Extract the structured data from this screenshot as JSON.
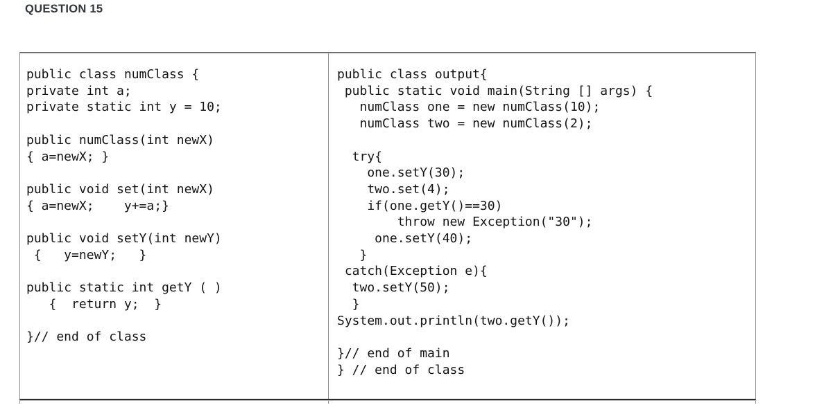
{
  "page": {
    "title": "QUESTION 15"
  },
  "question": {
    "left_code": {
      "language": "java",
      "lines": [
        "public class numClass {",
        "private int a;",
        "private static int y = 10;",
        "",
        "public numClass(int newX)",
        "{ a=newX; }",
        "",
        "public void set(int newX)",
        "{ a=newX;    y+=a;}",
        "",
        "public void setY(int newY)",
        " {   y=newY;   }",
        "",
        "public static int getY ( )",
        "   {  return y;  }",
        "",
        "}// end of class"
      ]
    },
    "right_code": {
      "language": "java",
      "lines": [
        "public class output{",
        " public static void main(String [] args) {",
        "   numClass one = new numClass(10);",
        "   numClass two = new numClass(2);",
        "",
        "  try{",
        "    one.setY(30);",
        "    two.set(4);",
        "    if(one.getY()==30)",
        "        throw new Exception(\"30\");",
        "     one.setY(40);",
        "   }",
        " catch(Exception e){",
        "  two.setY(50);",
        "  }",
        "System.out.println(two.getY());",
        "",
        "}// end of main",
        "} // end of class"
      ]
    }
  },
  "colors": {
    "heading_text": "#30363b",
    "code_text": "#141414",
    "table_border": "#8b8b8b",
    "table_top_border": "#6e6e6e",
    "row_bottom_border": "#2d2d2d",
    "background": "#ffffff"
  }
}
